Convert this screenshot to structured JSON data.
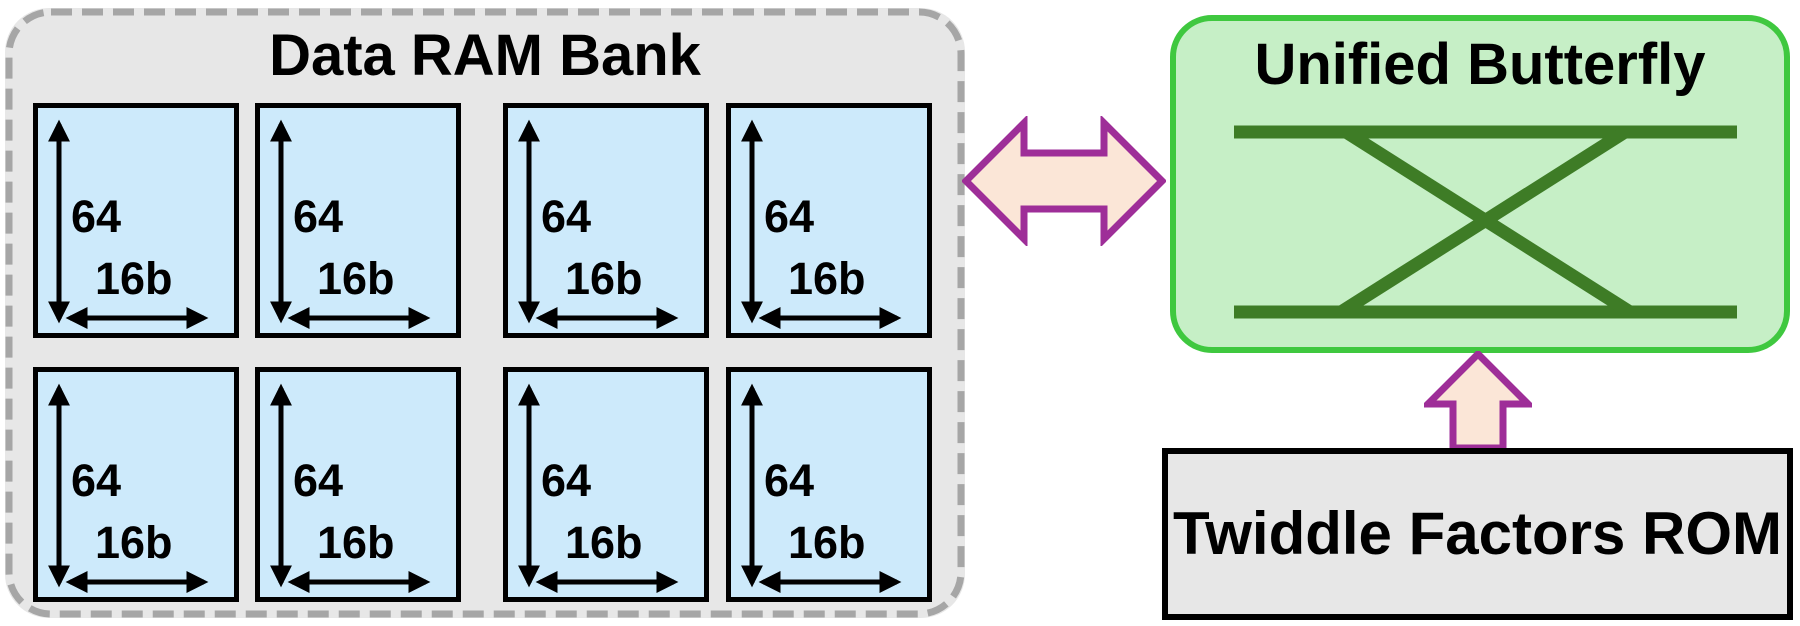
{
  "ram_bank": {
    "title": "Data RAM Bank",
    "cells": [
      {
        "depth": "64",
        "width": "16b"
      },
      {
        "depth": "64",
        "width": "16b"
      },
      {
        "depth": "64",
        "width": "16b"
      },
      {
        "depth": "64",
        "width": "16b"
      },
      {
        "depth": "64",
        "width": "16b"
      },
      {
        "depth": "64",
        "width": "16b"
      },
      {
        "depth": "64",
        "width": "16b"
      },
      {
        "depth": "64",
        "width": "16b"
      }
    ]
  },
  "butterfly": {
    "title": "Unified Butterfly"
  },
  "rom": {
    "title": "Twiddle Factors ROM"
  },
  "colors": {
    "panel_gray": "#e7e7e7",
    "panel_border_gray": "#a6a6a6",
    "ram_cell_blue": "#cdeafb",
    "butterfly_fill": "#c6efc6",
    "butterfly_border": "#3fc83f",
    "butterfly_line": "#3e7c26",
    "arrow_fill": "#fbe6d7",
    "arrow_stroke": "#9e2e98"
  }
}
